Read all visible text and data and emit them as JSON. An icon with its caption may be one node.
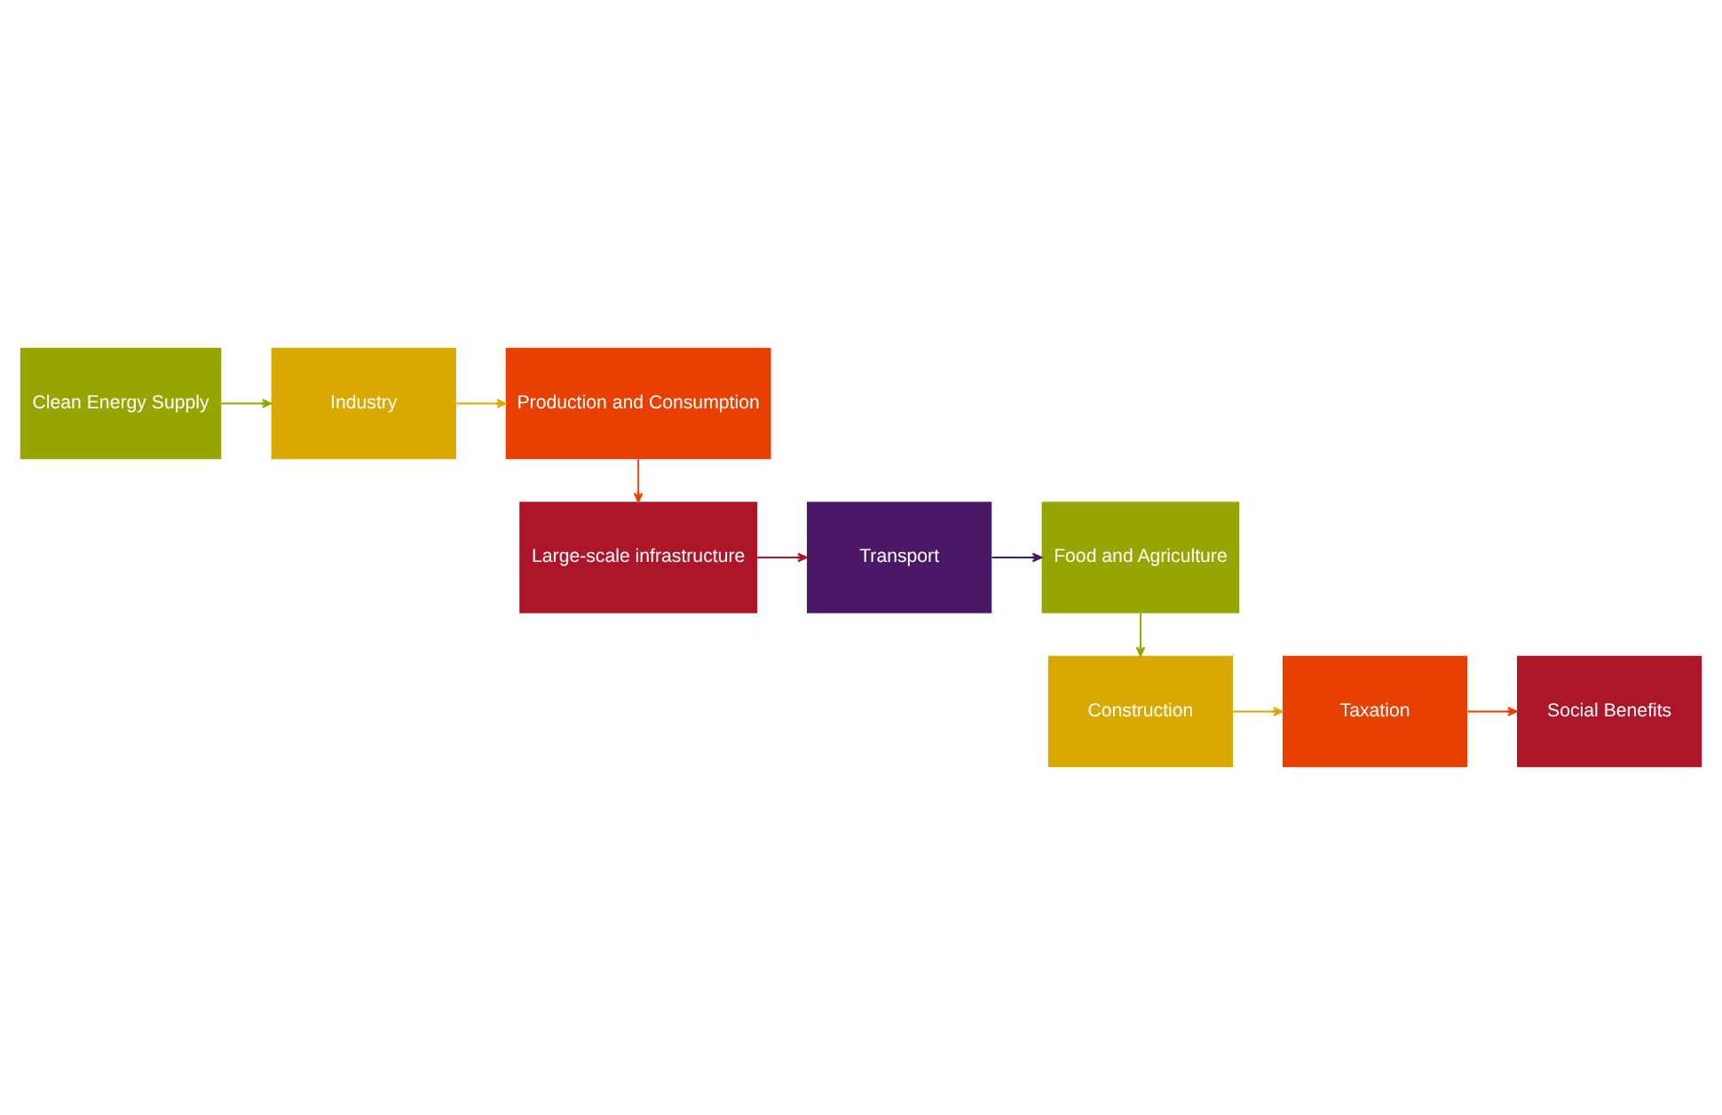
{
  "diagram": {
    "nodes": [
      {
        "text": [
          "Clean Energy Supply"
        ]
      },
      {
        "text": [
          "Industry"
        ]
      },
      {
        "text": [
          "Production and Consumption"
        ]
      },
      {
        "text": [
          "Large-scale infrastructure"
        ]
      },
      {
        "text": [
          "Transport"
        ]
      },
      {
        "text": [
          "Food and Agriculture"
        ]
      },
      {
        "text": [
          "Construction"
        ]
      },
      {
        "text": [
          "Taxation"
        ]
      },
      {
        "text": [
          "Social Benefits"
        ]
      }
    ],
    "edges": [
      {
        "from": 0,
        "to": 1,
        "arrow": "to",
        "color": "#97a500"
      },
      {
        "from": 1,
        "to": 2,
        "arrow": "to",
        "color": "#d9a900"
      },
      {
        "from": 2,
        "to": 3,
        "arrow": "to",
        "color": "#e84000"
      },
      {
        "from": 3,
        "to": 4,
        "arrow": "to",
        "color": "#ad1529"
      },
      {
        "from": 4,
        "to": 5,
        "arrow": "to",
        "color": "#4b1867"
      },
      {
        "from": 5,
        "to": 6,
        "arrow": "to",
        "color": "#97a500"
      },
      {
        "from": 6,
        "to": 7,
        "arrow": "to",
        "color": "#d9a900"
      },
      {
        "from": 7,
        "to": 8,
        "arrow": "to",
        "color": "#e84000"
      }
    ]
  }
}
